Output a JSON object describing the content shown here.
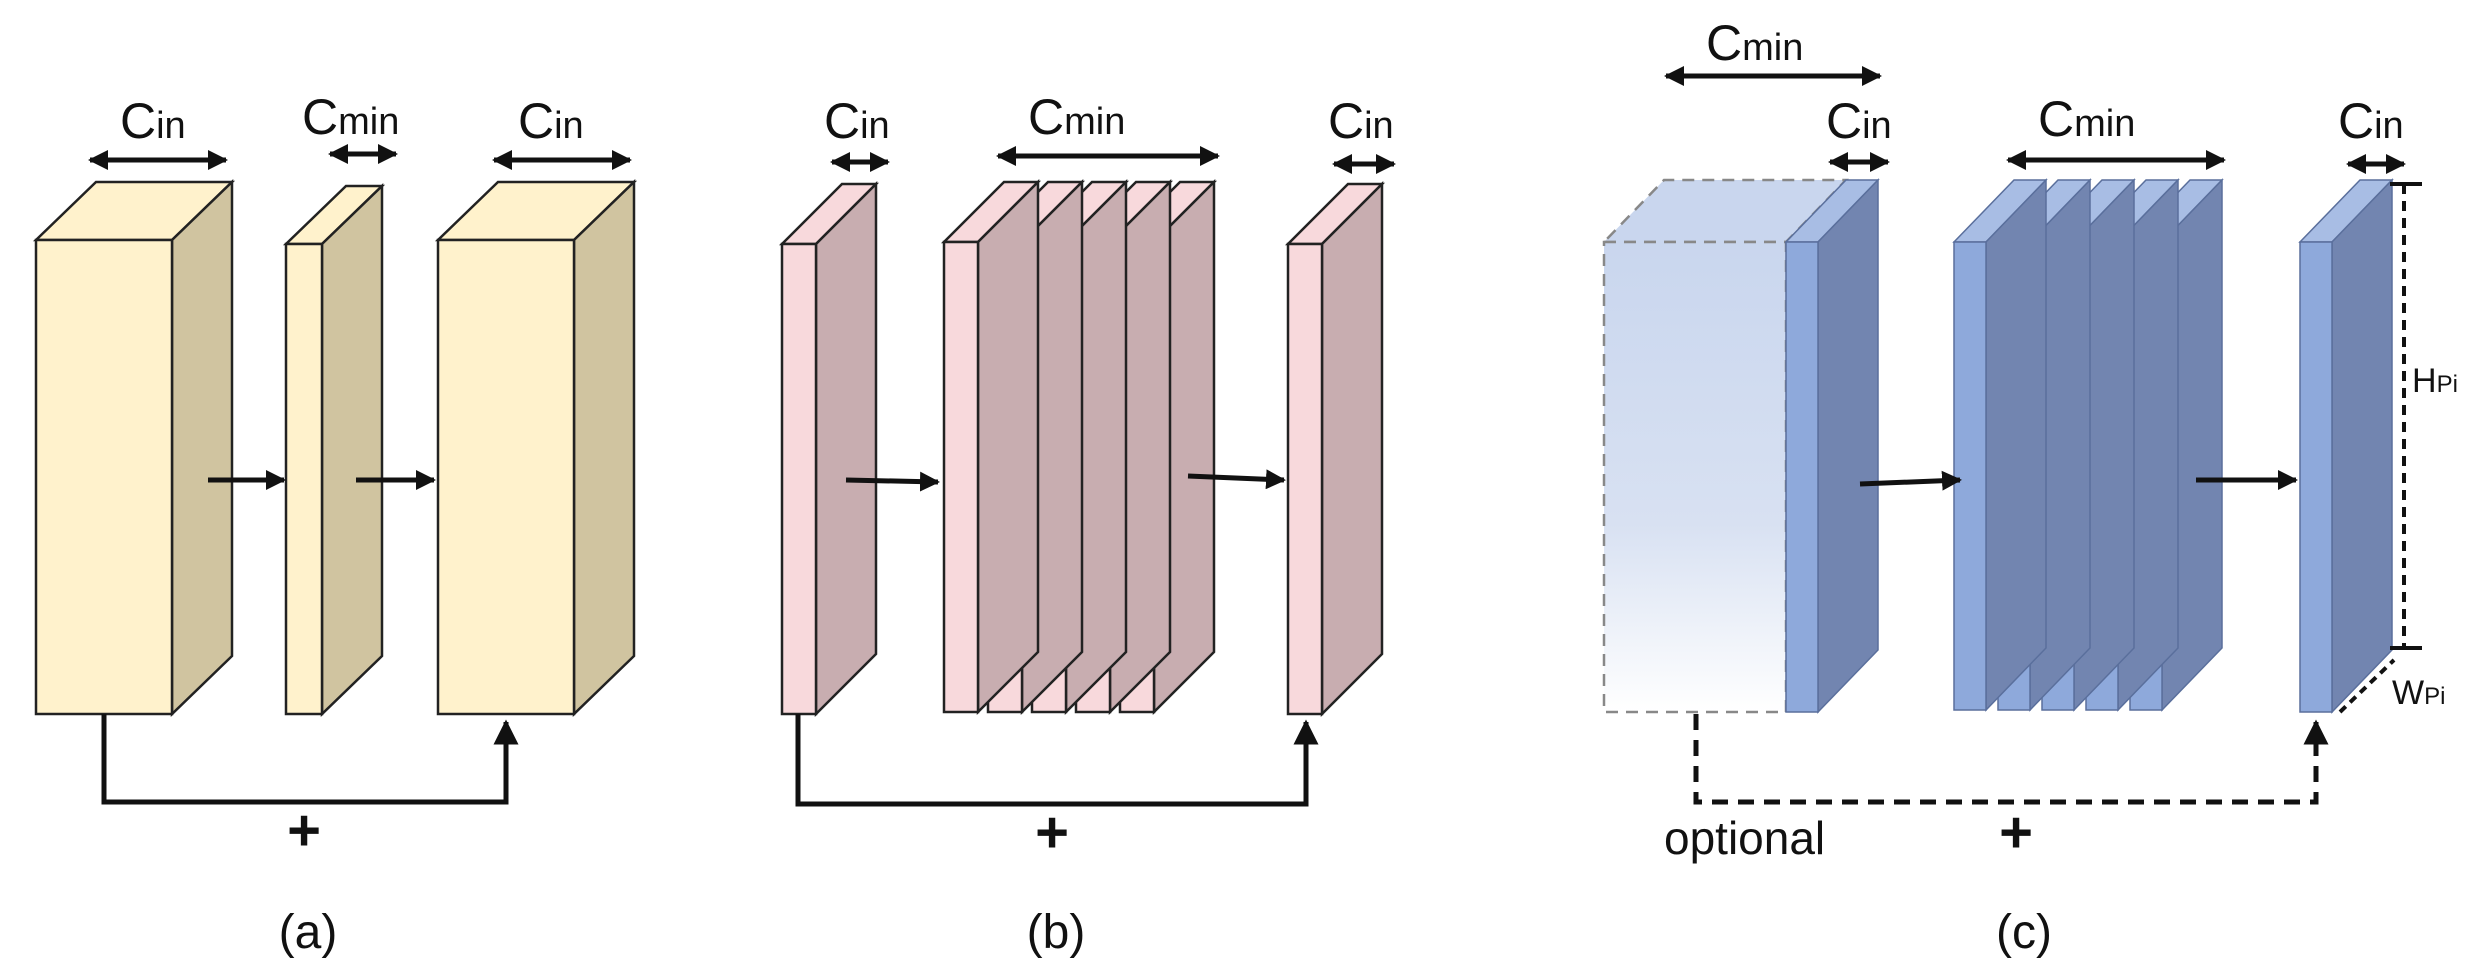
{
  "labels": {
    "c_in": {
      "main": "C",
      "sub": "in"
    },
    "c_min": {
      "main": "C",
      "sub": "min"
    },
    "h_pi": {
      "main": "H",
      "sub": "Pi"
    },
    "w_pi": {
      "main": "W",
      "sub": "Pi"
    },
    "plus": "+",
    "optional": "optional"
  },
  "panels": [
    {
      "caption": "(a)"
    },
    {
      "caption": "(b)"
    },
    {
      "caption": "(c)"
    }
  ],
  "colors": {
    "yellow_front": "#FFF2CC",
    "yellow_side": "#D0C4A0",
    "pink_front": "#F8D9DC",
    "pink_side": "#C8ADB0",
    "blue_front": "#8EA9DB",
    "blue_side": "#7285B0",
    "blue_ghost": "#D4DEF1"
  }
}
